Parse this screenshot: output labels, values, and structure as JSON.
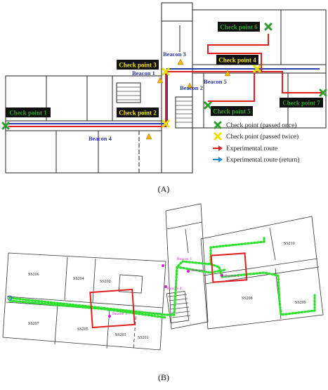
{
  "panel_a": {
    "label": "(A)",
    "checkpoints": [
      {
        "id": "cp1",
        "label": "Check point 1",
        "passed": "once",
        "label_color": "#2e9e2e"
      },
      {
        "id": "cp2",
        "label": "Check point 2",
        "passed": "twice",
        "label_color": "#f2e600"
      },
      {
        "id": "cp3",
        "label": "Check point 3",
        "passed": "twice",
        "label_color": "#f2e600"
      },
      {
        "id": "cp4",
        "label": "Check point 4",
        "passed": "twice",
        "label_color": "#f2e600"
      },
      {
        "id": "cp5",
        "label": "Check point 5",
        "passed": "once",
        "label_color": "#2e9e2e"
      },
      {
        "id": "cp6",
        "label": "Check point 6",
        "passed": "once",
        "label_color": "#2e9e2e"
      },
      {
        "id": "cp7",
        "label": "Check point 7",
        "passed": "once",
        "label_color": "#2e9e2e"
      }
    ],
    "beacons": [
      "Beacon 1",
      "Beacon 2",
      "Beacon 3",
      "Beacon 4",
      "Beacon 5"
    ],
    "legend": [
      {
        "symbol": "green-x",
        "label": "Check point (passed once)"
      },
      {
        "symbol": "yellow-x",
        "label": "Check point (passed twice)"
      },
      {
        "symbol": "red-arrow",
        "label": "Experimental route"
      },
      {
        "symbol": "blue-arrow",
        "label": "Experimental route (return)"
      }
    ],
    "colors": {
      "route": "#e02020",
      "return": "#2f3fa8",
      "beacon_label": "#2a3a9a",
      "beacon_marker": "#f5b400",
      "checkpoint_bg": "#111111"
    }
  },
  "panel_b": {
    "label": "(B)",
    "rooms": [
      "SS206",
      "SS204",
      "SS202",
      "SS207",
      "SS205",
      "SS203",
      "SS201",
      "SS210",
      "SS208",
      "SS209"
    ],
    "beacons": [
      "Beacon 1",
      "Beacon 2",
      "Beacon 3",
      "Beacon 4",
      "Beacon 5"
    ],
    "colors": {
      "trail": "#2ee02e",
      "highlight": "#e02020",
      "beacon": "#d020d0"
    }
  }
}
